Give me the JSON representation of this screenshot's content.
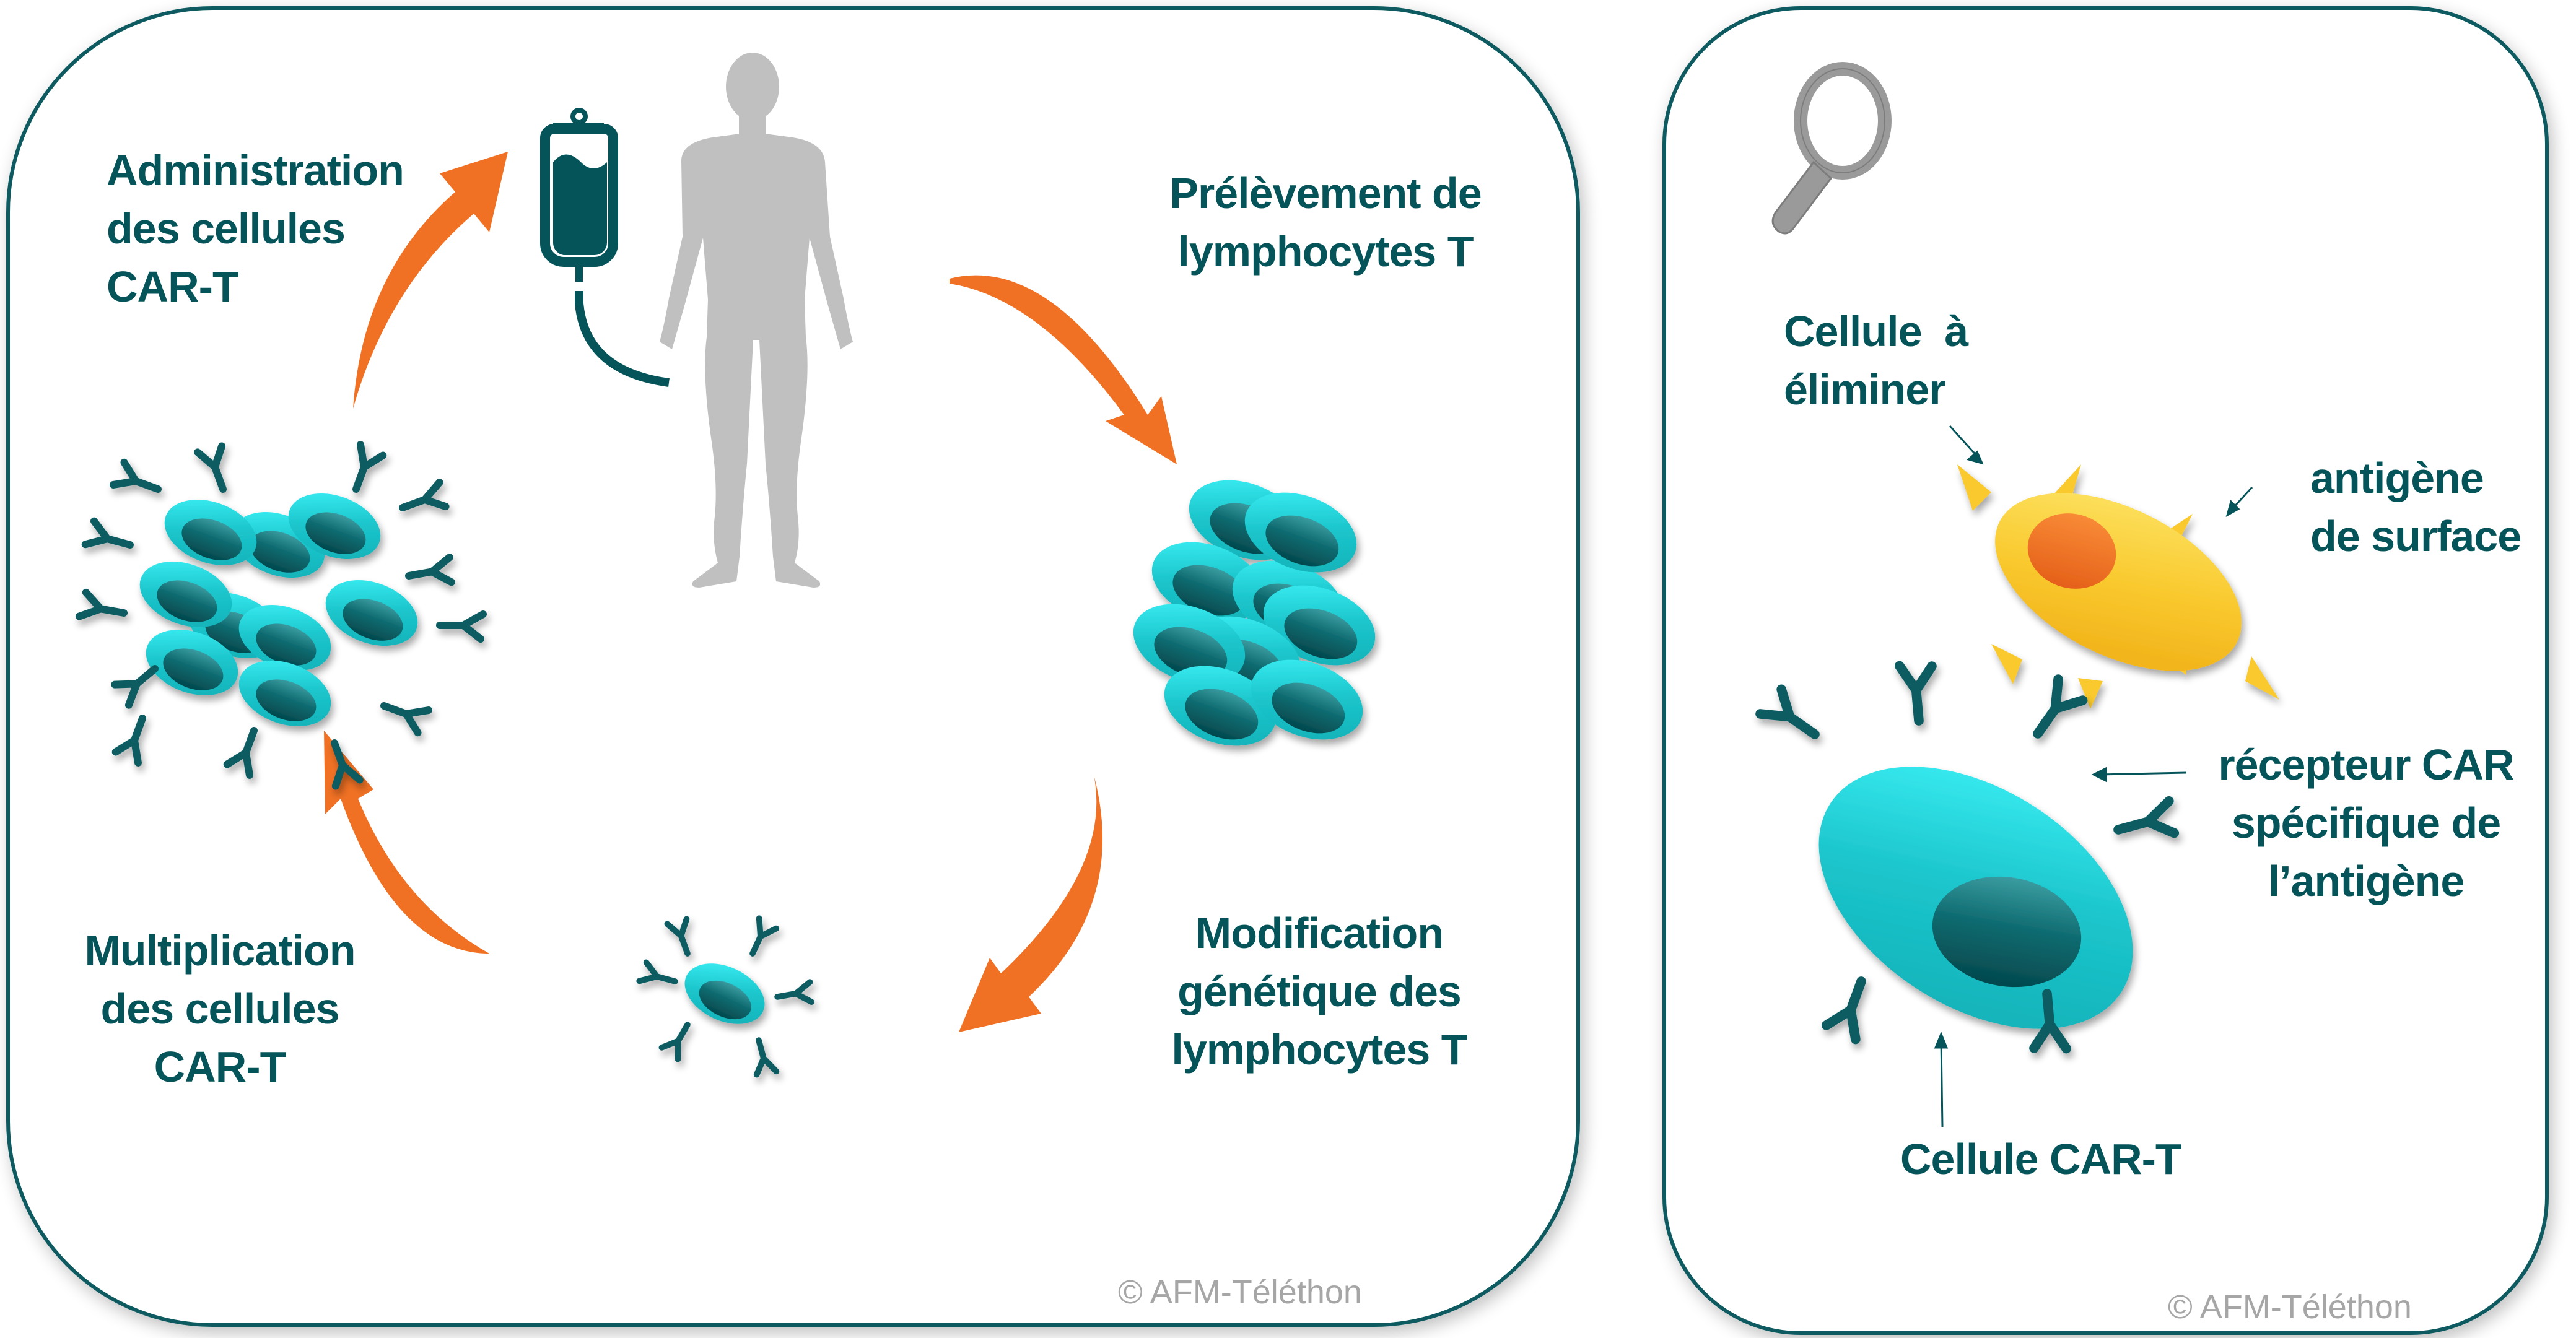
{
  "colors": {
    "text_teal": "#05545a",
    "panel_border": "#0b5a60",
    "arrow_orange": "#f07124",
    "cell_cyan": "#1fc9cf",
    "cell_highlight": "#3ff6fb",
    "nucleus_teal": "#0a5c62",
    "silhouette_grey": "#c0c0c0",
    "target_yellow": "#f9c92e",
    "target_nucleus_orange": "#ee6a20",
    "copyright_grey": "#a6a6a6"
  },
  "left_panel": {
    "steps": [
      {
        "id": "administration",
        "lines": [
          "Administration",
          "des cellules",
          "CAR-T"
        ]
      },
      {
        "id": "prelevement",
        "lines": [
          "Prélèvement de",
          "lymphocytes T"
        ]
      },
      {
        "id": "modification",
        "lines": [
          "Modification",
          "génétique des",
          "lymphocytes T"
        ]
      },
      {
        "id": "multiplication",
        "lines": [
          "Multiplication",
          "des cellules",
          "CAR-T"
        ]
      }
    ],
    "icons": [
      "iv-bag-icon",
      "human-silhouette-icon",
      "t-cell-cluster-icon",
      "car-t-cell-icon",
      "car-t-cell-cluster-icon"
    ],
    "copyright": "© AFM-Téléthon"
  },
  "right_panel": {
    "icon": "magnifier-icon",
    "labels": {
      "target_cell": [
        "Cellule  à",
        "éliminer"
      ],
      "antigen": [
        "antigène",
        "de surface"
      ],
      "car_receptor": [
        "récepteur CAR",
        "spécifique de",
        "l’antigène"
      ],
      "car_t_cell": [
        "Cellule CAR-T"
      ]
    },
    "copyright": "© AFM-Téléthon"
  }
}
